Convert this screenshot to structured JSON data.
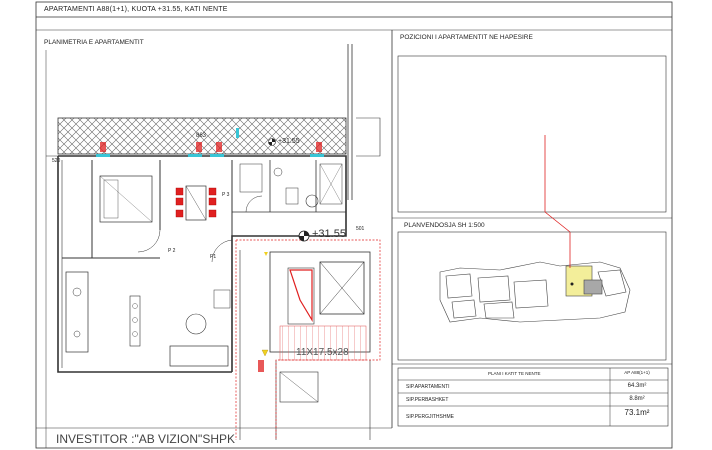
{
  "header": {
    "title": "APARTAMENTI A88(1+1), KUOTA +31.55, KATI NENTE"
  },
  "sections": {
    "floor_plan_title": "PLANIMETRIA E APARTAMENTIT",
    "position_title": "POZICIONI I APARTAMENTIT NE HAPESIRE",
    "site_plan_title": "PLANVENDOSJA SH 1:500"
  },
  "plan_labels": {
    "elevation": "+31.55",
    "elevation_small": "+31.55",
    "dim_top": "863",
    "dim_left": "520",
    "dim_right": "501",
    "room_p2": "P 2",
    "room_p3": "P 3",
    "room_p1": "P1",
    "stair_size": "11X17.5x28"
  },
  "area_table": {
    "header_label": "PLANI I KATIT TE NENTE",
    "header_value": "AP A88(1+1)",
    "rows": [
      {
        "label": "SIP.APARTAMENTI",
        "value": "64.3m²"
      },
      {
        "label": "SIP.PERBASHKET",
        "value": "8.8m²"
      },
      {
        "label": "SIP.PERGJITHSHME",
        "value": "73.1m²"
      }
    ]
  },
  "investor": "INVESTITOR :\"AB VIZION\"SHPK",
  "colors": {
    "line": "#333333",
    "red": "#e02020",
    "yellow": "#f3ee9a",
    "grey": "#a8a8a8",
    "cyan": "#39c5d6"
  }
}
